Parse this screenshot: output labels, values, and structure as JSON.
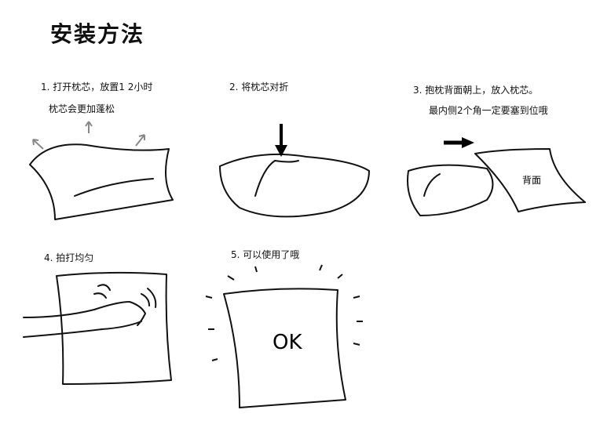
{
  "title": "安装方法",
  "steps": [
    {
      "line1": "1. 打开枕芯，放置1 2小时",
      "line2": "枕芯会更加蓬松"
    },
    {
      "line1": "2. 将枕芯对折"
    },
    {
      "line1": "3.  抱枕背面朝上，放入枕芯。",
      "line2": "最内侧2个角一定要塞到位哦",
      "label": "背面"
    },
    {
      "line1": "4. 拍打均匀"
    },
    {
      "line1": "5. 可以使用了哦",
      "label": "OK"
    }
  ]
}
